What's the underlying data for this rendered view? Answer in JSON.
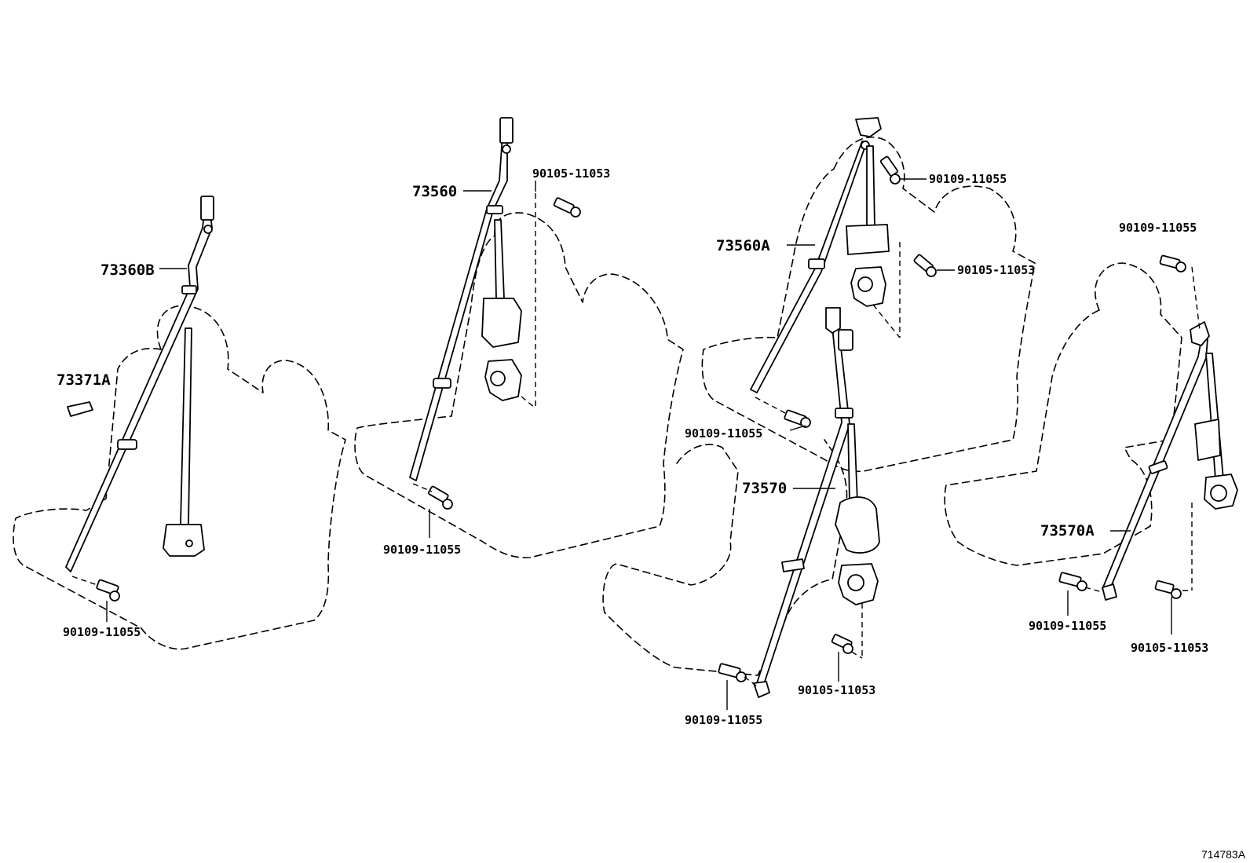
{
  "diagram_code": "714783A",
  "assemblies": [
    {
      "name": "outer-left",
      "labels": {
        "belt": "73360B",
        "clip": "73371A",
        "bolt_lower": "90109-11055"
      }
    },
    {
      "name": "front-center",
      "labels": {
        "belt": "73560",
        "bolt_upper": "90105-11053",
        "bolt_lower": "90109-11055"
      }
    },
    {
      "name": "rear-center",
      "labels": {
        "belt": "73560A",
        "bolt_top": "90109-11055",
        "bolt_mid": "90105-11053",
        "bolt_lower": "90109-11055"
      }
    },
    {
      "name": "front-right",
      "labels": {
        "belt": "73570",
        "bolt_buckle": "90105-11053",
        "bolt_lower": "90109-11055"
      }
    },
    {
      "name": "rear-right",
      "labels": {
        "belt": "73570A",
        "bolt_top": "90109-11055",
        "bolt_lower": "90109-11055",
        "bolt_buckle": "90105-11053"
      }
    }
  ]
}
